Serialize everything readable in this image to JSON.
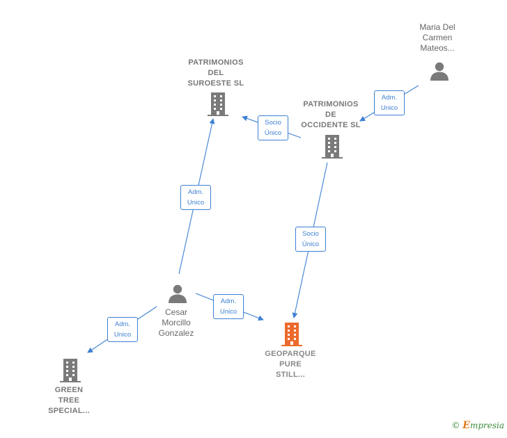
{
  "nodes": {
    "maria": {
      "label": "Maria Del\nCarmen\nMateos...",
      "type": "person"
    },
    "patrimonios_suroeste": {
      "label": "PATRIMONIOS\nDEL\nSUROESTE SL",
      "type": "company"
    },
    "patrimonios_occidente": {
      "label": "PATRIMONIOS\nDE\nOCCIDENTE SL",
      "type": "company"
    },
    "cesar": {
      "label": "Cesar\nMorcillo\nGonzalez",
      "type": "person"
    },
    "geoparque": {
      "label": "GEOPARQUE\nPURE\nSTILL...",
      "type": "company",
      "highlight": true
    },
    "green_tree": {
      "label": "GREEN\nTREE\nSPECIAL...",
      "type": "company"
    }
  },
  "edges": [
    {
      "from": "maria",
      "to": "patrimonios_occidente",
      "label": "Adm.\nUnico"
    },
    {
      "from": "patrimonios_occidente",
      "to": "patrimonios_suroeste",
      "label": "Socio\nÚnico"
    },
    {
      "from": "cesar",
      "to": "patrimonios_suroeste",
      "label": "Adm.\nUnico"
    },
    {
      "from": "patrimonios_occidente",
      "to": "geoparque",
      "label": "Socio\nÚnico"
    },
    {
      "from": "cesar",
      "to": "geoparque",
      "label": "Adm.\nUnico"
    },
    {
      "from": "cesar",
      "to": "green_tree",
      "label": "Adm.\nUnico"
    }
  ],
  "colors": {
    "edge": "#3d7fd3",
    "icon": "#7a7a7a",
    "highlight": "#ec6a2c"
  },
  "watermark": {
    "copyright": "©",
    "brand_initial": "E",
    "brand_rest": "mpresia"
  }
}
